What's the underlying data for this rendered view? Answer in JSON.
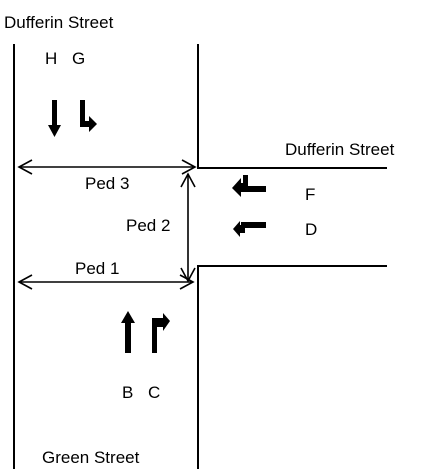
{
  "streets": {
    "top": "Dufferin Street",
    "right": "Dufferin Street",
    "bottom": "Green Street"
  },
  "movements": {
    "north": {
      "left_label": "H",
      "right_label": "G"
    },
    "east": {
      "top_label": "F",
      "bottom_label": "D"
    },
    "south": {
      "left_label": "B",
      "right_label": "C"
    }
  },
  "crossings": {
    "north": "Ped 3",
    "east": "Ped 2",
    "south": "Ped 1"
  }
}
